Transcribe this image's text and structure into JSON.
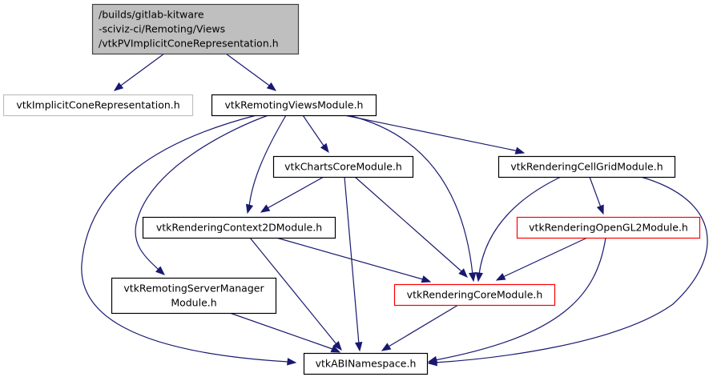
{
  "diagram": {
    "type": "include-dependency-graph",
    "colors": {
      "edge": "#191970",
      "root_fill": "#bfbfbf",
      "root_border": "#404040",
      "normal_border": "#000000",
      "missing_border": "#bfbfbf",
      "truncated_border": "#ff0000",
      "text": "#000000"
    },
    "nodes": [
      {
        "id": "root",
        "lines": [
          "/builds/gitlab-kitware",
          "-sciviz-ci/Remoting/Views",
          "/vtkPVImplicitConeRepresentation.h"
        ],
        "style": "root"
      },
      {
        "id": "implicitcone",
        "lines": [
          "vtkImplicitConeRepresentation.h"
        ],
        "style": "missing"
      },
      {
        "id": "remotingviews",
        "lines": [
          "vtkRemotingViewsModule.h"
        ],
        "style": "normal"
      },
      {
        "id": "chartscore",
        "lines": [
          "vtkChartsCoreModule.h"
        ],
        "style": "normal"
      },
      {
        "id": "cellgrid",
        "lines": [
          "vtkRenderingCellGridModule.h"
        ],
        "style": "normal"
      },
      {
        "id": "context2d",
        "lines": [
          "vtkRenderingContext2DModule.h"
        ],
        "style": "normal"
      },
      {
        "id": "opengl2",
        "lines": [
          "vtkRenderingOpenGL2Module.h"
        ],
        "style": "truncated"
      },
      {
        "id": "servermanager",
        "lines": [
          "vtkRemotingServerManager",
          "Module.h"
        ],
        "style": "normal"
      },
      {
        "id": "renderingcore",
        "lines": [
          "vtkRenderingCoreModule.h"
        ],
        "style": "truncated"
      },
      {
        "id": "abinamespace",
        "lines": [
          "vtkABINamespace.h"
        ],
        "style": "normal"
      }
    ],
    "edges": [
      {
        "from": "root",
        "to": "implicitcone"
      },
      {
        "from": "root",
        "to": "remotingviews"
      },
      {
        "from": "remotingviews",
        "to": "chartscore"
      },
      {
        "from": "remotingviews",
        "to": "cellgrid"
      },
      {
        "from": "remotingviews",
        "to": "context2d"
      },
      {
        "from": "remotingviews",
        "to": "servermanager"
      },
      {
        "from": "remotingviews",
        "to": "renderingcore"
      },
      {
        "from": "remotingviews",
        "to": "abinamespace"
      },
      {
        "from": "chartscore",
        "to": "context2d"
      },
      {
        "from": "chartscore",
        "to": "renderingcore"
      },
      {
        "from": "chartscore",
        "to": "abinamespace"
      },
      {
        "from": "cellgrid",
        "to": "opengl2"
      },
      {
        "from": "cellgrid",
        "to": "renderingcore"
      },
      {
        "from": "cellgrid",
        "to": "abinamespace"
      },
      {
        "from": "context2d",
        "to": "renderingcore"
      },
      {
        "from": "context2d",
        "to": "abinamespace"
      },
      {
        "from": "opengl2",
        "to": "renderingcore"
      },
      {
        "from": "opengl2",
        "to": "abinamespace"
      },
      {
        "from": "servermanager",
        "to": "abinamespace"
      },
      {
        "from": "renderingcore",
        "to": "abinamespace"
      }
    ]
  }
}
